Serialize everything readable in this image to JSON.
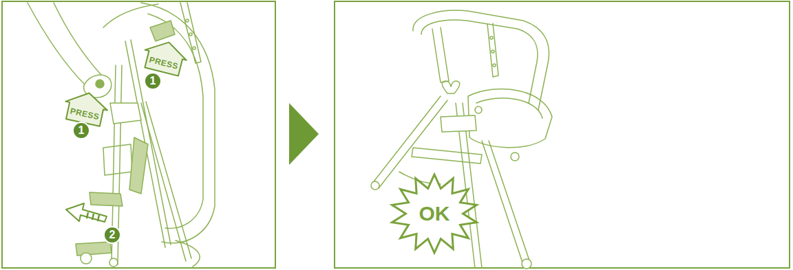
{
  "diagram": {
    "nodes": [
      {
        "text": [
          "PRESS"
        ]
      },
      {
        "text": [
          "1"
        ]
      },
      {
        "text": [
          "PRESS"
        ]
      },
      {
        "text": [
          "1"
        ]
      },
      {
        "text": [
          "2"
        ]
      },
      {
        "text": [
          "OK"
        ]
      }
    ]
  }
}
